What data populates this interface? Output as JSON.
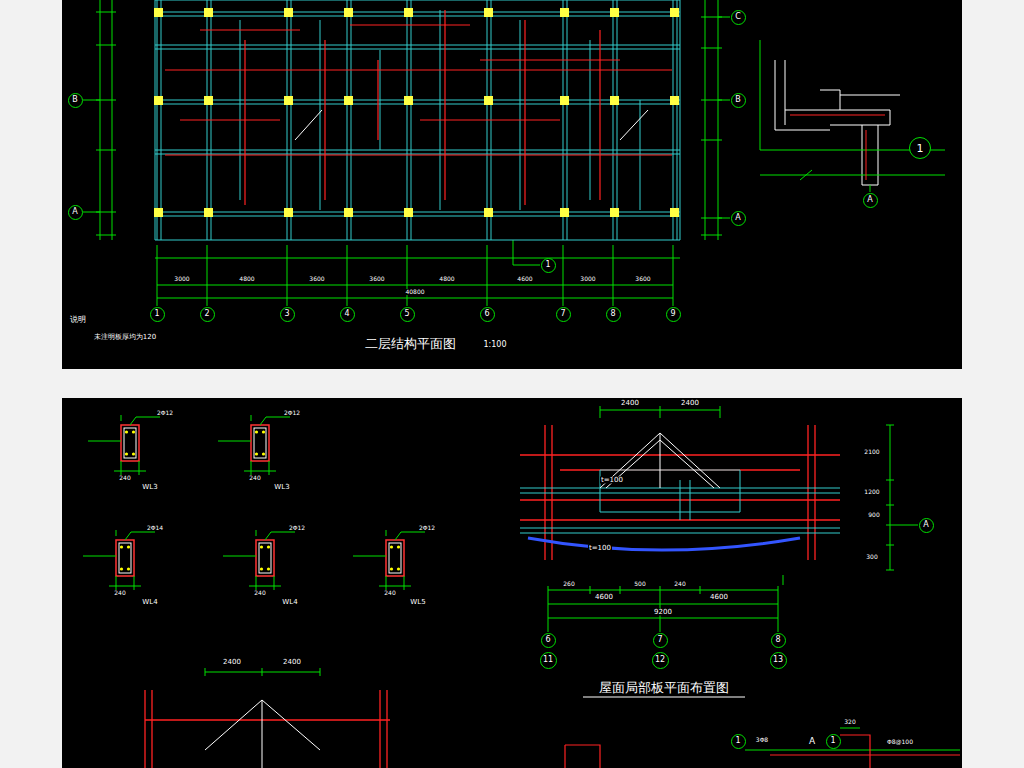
{
  "diagram": {
    "nodes": [
      {
        "text": [
          "1"
        ]
      },
      {
        "text": [
          "2"
        ]
      },
      {
        "text": [
          "3"
        ]
      },
      {
        "text": [
          "4"
        ]
      },
      {
        "text": [
          "5"
        ]
      },
      {
        "text": [
          "6"
        ]
      },
      {
        "text": [
          "7"
        ]
      },
      {
        "text": [
          "8"
        ]
      },
      {
        "text": [
          "9"
        ]
      },
      {
        "text": [
          "1"
        ]
      },
      {
        "text": [
          "B"
        ]
      },
      {
        "text": [
          "A"
        ]
      },
      {
        "text": [
          "C"
        ]
      },
      {
        "text": [
          "B"
        ]
      },
      {
        "text": [
          "A"
        ]
      },
      {
        "text": [
          "1"
        ]
      },
      {
        "text": [
          "A"
        ]
      },
      {
        "text": [
          "6"
        ]
      },
      {
        "text": [
          "7"
        ]
      },
      {
        "text": [
          "8"
        ]
      },
      {
        "text": [
          "11"
        ]
      },
      {
        "text": [
          "12"
        ]
      },
      {
        "text": [
          "13"
        ]
      },
      {
        "text": [
          "A"
        ]
      },
      {
        "text": [
          "1"
        ]
      },
      {
        "text": [
          "1"
        ]
      }
    ],
    "labels": [
      "二层结构平面图",
      "1:100",
      "说明",
      "未注明板厚均为120",
      "3000",
      "4800",
      "3600",
      "3600",
      "4800",
      "4600",
      "3000",
      "3600",
      "40800",
      "屋面局部板平面布置图",
      "2400",
      "2400",
      "4600",
      "4600",
      "9200",
      "260",
      "500",
      "240",
      "t=100",
      "t=100",
      "2100",
      "1200",
      "900",
      "300",
      "WL3",
      "WL3",
      "WL4",
      "WL4",
      "WL5",
      "2Φ12",
      "2Φ12",
      "2Φ14",
      "2Φ12",
      "2Φ12",
      "240",
      "240",
      "240",
      "240",
      "240",
      "2400",
      "2400",
      "320",
      "3Φ8",
      "Φ8@100",
      "A"
    ]
  }
}
